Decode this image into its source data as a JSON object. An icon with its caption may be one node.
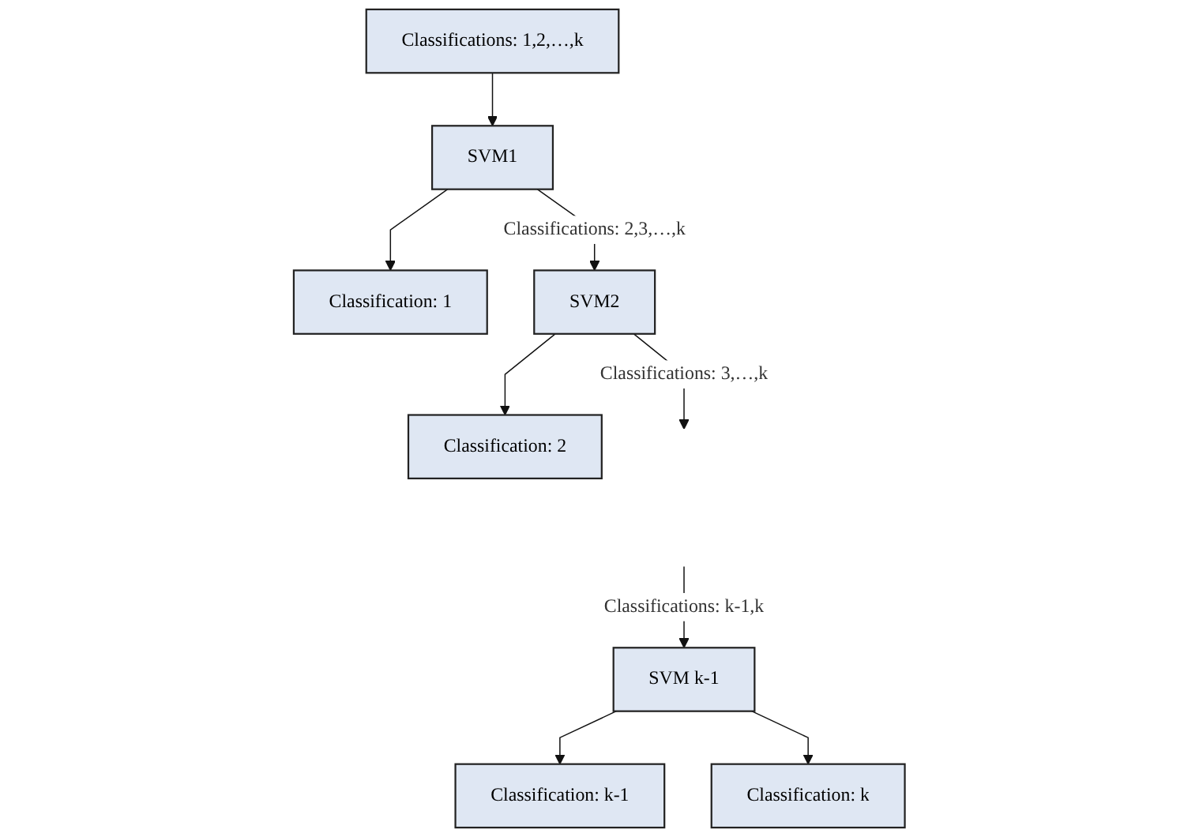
{
  "diagram": {
    "nodes": [
      {
        "text": [
          "Classifications: 1,2,…,k"
        ]
      },
      {
        "text": [
          "SVM1"
        ]
      },
      {
        "text": [
          "Classification: 1"
        ]
      },
      {
        "text": [
          "SVM2"
        ]
      },
      {
        "text": [
          "Classification: 2"
        ]
      },
      {
        "text": [
          "SVM k-1"
        ]
      },
      {
        "text": [
          "Classification: k-1"
        ]
      },
      {
        "text": [
          "Classification: k"
        ]
      }
    ],
    "edges": [
      {
        "from": 0,
        "to": 1,
        "arrow": "to"
      },
      {
        "from": 1,
        "to": 2,
        "arrow": "to"
      },
      {
        "from": 1,
        "to": 3,
        "arrow": "to",
        "label": "Classifications: 2,3,…,k"
      },
      {
        "from": 3,
        "to": 4,
        "arrow": "to"
      },
      {
        "from": 3,
        "to": null,
        "arrow": "to",
        "label": "Classifications: 3,…,k"
      },
      {
        "from": null,
        "to": 5,
        "arrow": "to",
        "label": "Classifications: k-1,k"
      },
      {
        "from": 5,
        "to": 6,
        "arrow": "to"
      },
      {
        "from": 5,
        "to": 7,
        "arrow": "to"
      }
    ]
  }
}
